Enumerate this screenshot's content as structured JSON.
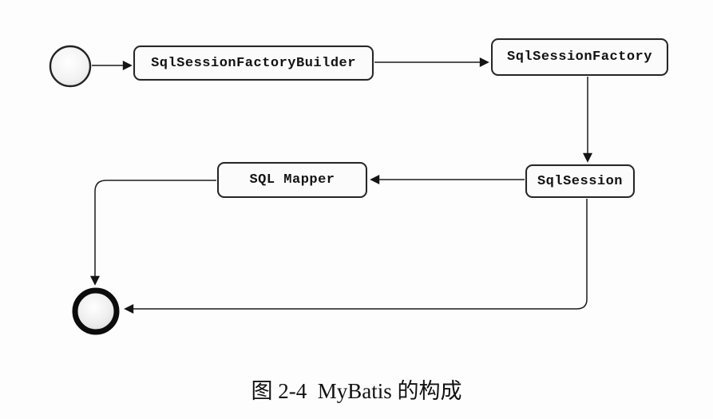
{
  "figure": {
    "type": "flow-diagram",
    "caption": "图 2-4  MyBatis 的构成",
    "nodes": [
      {
        "id": "start",
        "shape": "circle",
        "role": "start-state",
        "label": ""
      },
      {
        "id": "builder",
        "shape": "rounded-rect",
        "label": "SqlSessionFactoryBuilder"
      },
      {
        "id": "factory",
        "shape": "rounded-rect",
        "label": "SqlSessionFactory"
      },
      {
        "id": "session",
        "shape": "rounded-rect",
        "label": "SqlSession"
      },
      {
        "id": "mapper",
        "shape": "rounded-rect",
        "label": "SQL Mapper"
      },
      {
        "id": "end",
        "shape": "circle-bold",
        "role": "end-state",
        "label": ""
      }
    ],
    "edges": [
      {
        "from": "start",
        "to": "builder"
      },
      {
        "from": "builder",
        "to": "factory"
      },
      {
        "from": "factory",
        "to": "session"
      },
      {
        "from": "session",
        "to": "mapper"
      },
      {
        "from": "mapper",
        "to": "end"
      },
      {
        "from": "session",
        "to": "end"
      }
    ],
    "colors": {
      "background": "#fdfdfd",
      "line": "#1c1c1c",
      "box_border": "#262626",
      "box_fill": "#fbfbfb",
      "text": "#111111"
    }
  }
}
